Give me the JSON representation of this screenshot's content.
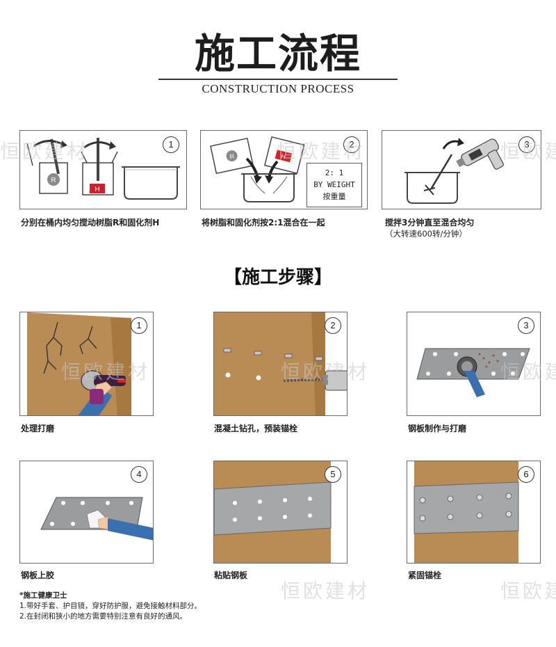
{
  "header": {
    "title_cn": "施工流程",
    "title_en": "CONSTRUCTION PROCESS"
  },
  "process": [
    {
      "num": "1",
      "caption": "分别在桶内均匀搅动树脂R和固化剂H",
      "sub": ""
    },
    {
      "num": "2",
      "caption": "将树脂和固化剂按2:1混合在一起",
      "sub": "",
      "ratio": [
        "2: 1",
        "BY WEIGHT",
        "按重量"
      ]
    },
    {
      "num": "3",
      "caption": "搅拌3分钟直至混合均匀",
      "sub": "（大转速600转/分钟）"
    }
  ],
  "bucket_labels": {
    "r": "R",
    "h": "H"
  },
  "section_title": "【施工步骤】",
  "steps": [
    {
      "num": "1",
      "caption": "处理打磨"
    },
    {
      "num": "2",
      "caption": "混凝土钻孔，预装锚栓"
    },
    {
      "num": "3",
      "caption": "钢板制作与打磨"
    },
    {
      "num": "4",
      "caption": "钢板上胶"
    },
    {
      "num": "5",
      "caption": "粘贴钢板"
    },
    {
      "num": "6",
      "caption": "紧固锚栓"
    }
  ],
  "notes": {
    "title": "*施工健康卫士",
    "items": [
      "1.带好手套、护目镜，穿好防护服，避免接触材料部分。",
      "2.在封闭和狭小的地方需要特别注意有良好的通风。"
    ]
  },
  "watermark": "恒欧建材",
  "colors": {
    "board": "#b78a56",
    "steel": "#9a9c9e",
    "sleeve": "#3a6fb0",
    "red": "#d0202a"
  }
}
